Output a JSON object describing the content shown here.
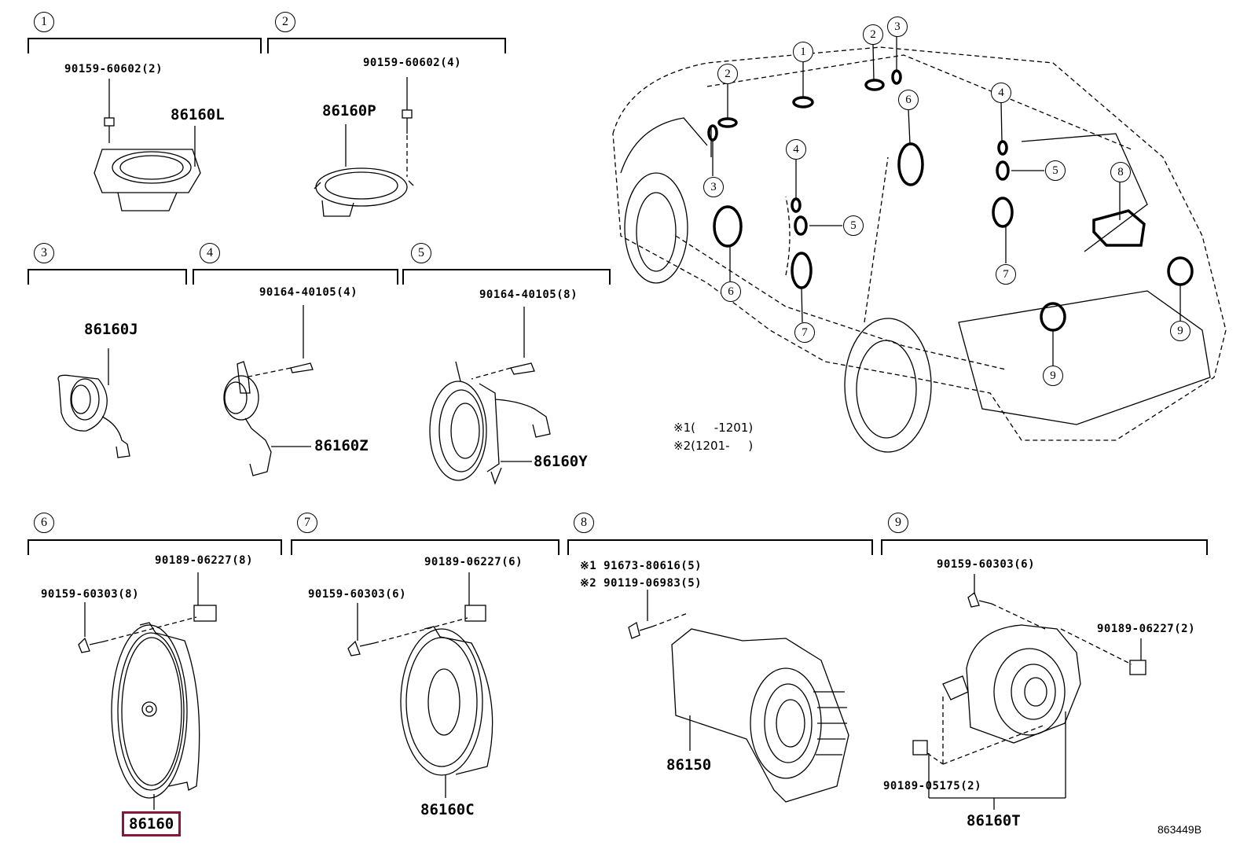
{
  "diagram": {
    "id": "863449B",
    "highlight_color": "#8b1538",
    "groups": [
      {
        "num": "1",
        "main_part": "86160L",
        "fasteners": [
          "90159-60602(2)"
        ]
      },
      {
        "num": "2",
        "main_part": "86160P",
        "fasteners": [
          "90159-60602(4)"
        ]
      },
      {
        "num": "3",
        "main_part": "86160J",
        "fasteners": []
      },
      {
        "num": "4",
        "main_part": "86160Z",
        "fasteners": [
          "90164-40105(4)"
        ]
      },
      {
        "num": "5",
        "main_part": "86160Y",
        "fasteners": [
          "90164-40105(8)"
        ]
      },
      {
        "num": "6",
        "main_part": "86160",
        "highlighted": true,
        "fasteners": [
          "90189-06227(8)",
          "90159-60303(8)"
        ]
      },
      {
        "num": "7",
        "main_part": "86160C",
        "fasteners": [
          "90189-06227(6)",
          "90159-60303(6)"
        ]
      },
      {
        "num": "8",
        "main_part": "86150",
        "fasteners": [
          "※1 91673-80616(5)",
          "※2 90119-06983(5)"
        ]
      },
      {
        "num": "9",
        "main_part": "86160T",
        "fasteners": [
          "90159-60303(6)",
          "90189-06227(2)",
          "90189-05175(2)"
        ]
      }
    ],
    "notes": [
      "※1(     -1201)",
      "※2(1201-     )"
    ],
    "vehicle_callouts": [
      "1",
      "2",
      "2",
      "3",
      "3",
      "4",
      "4",
      "5",
      "5",
      "6",
      "6",
      "7",
      "7",
      "8",
      "9",
      "9"
    ]
  }
}
